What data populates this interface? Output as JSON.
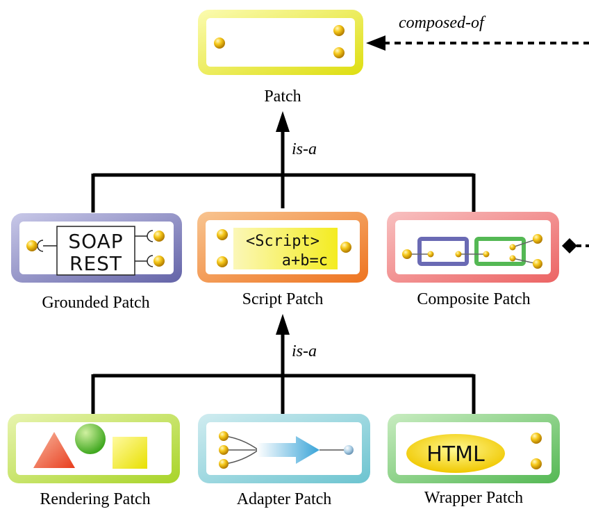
{
  "diagram": {
    "relations": {
      "composed_of": "composed-of",
      "is_a_top": "is-a",
      "is_a_bottom": "is-a"
    },
    "nodes": {
      "patch": {
        "label": "Patch",
        "color": "#e6e62a"
      },
      "grounded": {
        "label": "Grounded Patch",
        "color": "#7b7bb8",
        "icon_text_1": "SOAP",
        "icon_text_2": "REST"
      },
      "script": {
        "label": "Script Patch",
        "color": "#f08a3c",
        "icon_text_1": "<Script>",
        "icon_text_2": "a+b=c"
      },
      "composite": {
        "label": "Composite Patch",
        "color": "#f08080"
      },
      "rendering": {
        "label": "Rendering Patch",
        "color": "#b8dc3c"
      },
      "adapter": {
        "label": "Adapter Patch",
        "color": "#7ccad4"
      },
      "wrapper": {
        "label": "Wrapper Patch",
        "color": "#6cc46c",
        "icon_text": "HTML"
      }
    }
  }
}
